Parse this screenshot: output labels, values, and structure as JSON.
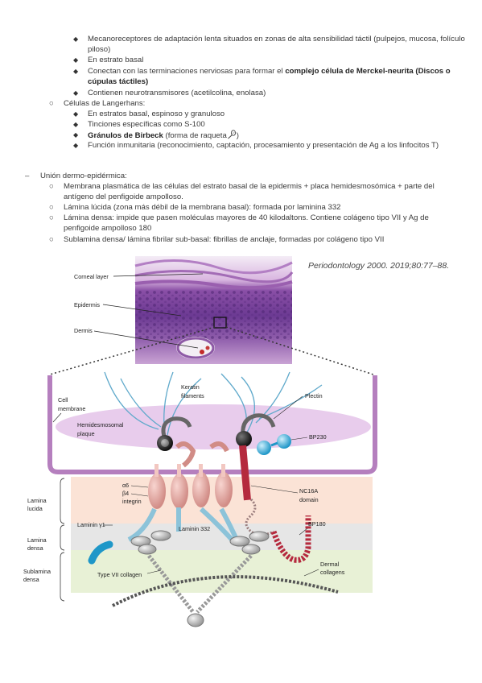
{
  "level2_items_a": [
    "Mecanoreceptores de adaptación lenta situados en zonas de alta sensibilidad táctil (pulpejos, mucosa, folículo piloso)",
    "En estrato basal",
    "Conectan con las terminaciones nerviosas para formar el",
    "complejo célula de Merckel-neurita (Discos o cúpulas táctiles)",
    "Contienen neurotransmisores (acetilcolina, enolasa)"
  ],
  "langerhans": {
    "title": "Células de Langerhans:",
    "items": [
      "En estratos basal, espinoso y granuloso",
      "Tinciones específicas como S-100",
      "Gránulos de Birbeck",
      "(forma de raqueta",
      ")",
      "Función inmunitaria (reconocimiento, captación, procesamiento y presentación de Ag a los linfocitos T)"
    ]
  },
  "union": {
    "title": "Unión dermo-epidérmica:",
    "items": [
      "Membrana plasmática de las células del estrato basal de la epidermis + placa hemidesmosómica + parte del antígeno del penfigoide ampolloso.",
      "Lámina lúcida (zona más débil de la membrana basal): formada por laminina 332",
      "Lámina densa: impide que pasen moléculas mayores de 40 kilodaltons. Contiene colágeno tipo VII y Ag de penfigoide ampolloso 180",
      "Sublamina densa/ lámina fibrilar sub-basal: fibrillas de anclaje, formadas por colágeno tipo VII"
    ]
  },
  "figure": {
    "citation": "Periodontology 2000. 2019;80:77–88.",
    "labels": {
      "corneal": "Corneal layer",
      "epidermis": "Epidermis",
      "dermis": "Dermis",
      "cell": "Cell",
      "membrane": "membrane",
      "keratin1": "Keratin",
      "keratin2": "filaments",
      "plectin": "Plectin",
      "hemi1": "Hemidesmosomal",
      "hemi2": "plaque",
      "bp230": "BP230",
      "a6": "α6",
      "b4": "β4",
      "integrin": "integrin",
      "nc16a1": "NC16A",
      "nc16a2": "domain",
      "lucida1": "Lamina",
      "lucida2": "lucida",
      "lamg1": "Laminin γ1",
      "lam332": "Laminin 332",
      "bp180": "BP180",
      "densa1": "Lamina",
      "densa2": "densa",
      "sub1": "Sublamina",
      "sub2": "densa",
      "col7": "Type VII collagen",
      "dermal1": "Dermal",
      "dermal2": "collagens"
    }
  },
  "colors": {
    "lucida_bg": "#fbe3d6",
    "densa_bg": "#e6e6e6",
    "sub_bg": "#e8f1d6",
    "membrane": "#b57fbe",
    "plaque": "#e8ccec"
  }
}
